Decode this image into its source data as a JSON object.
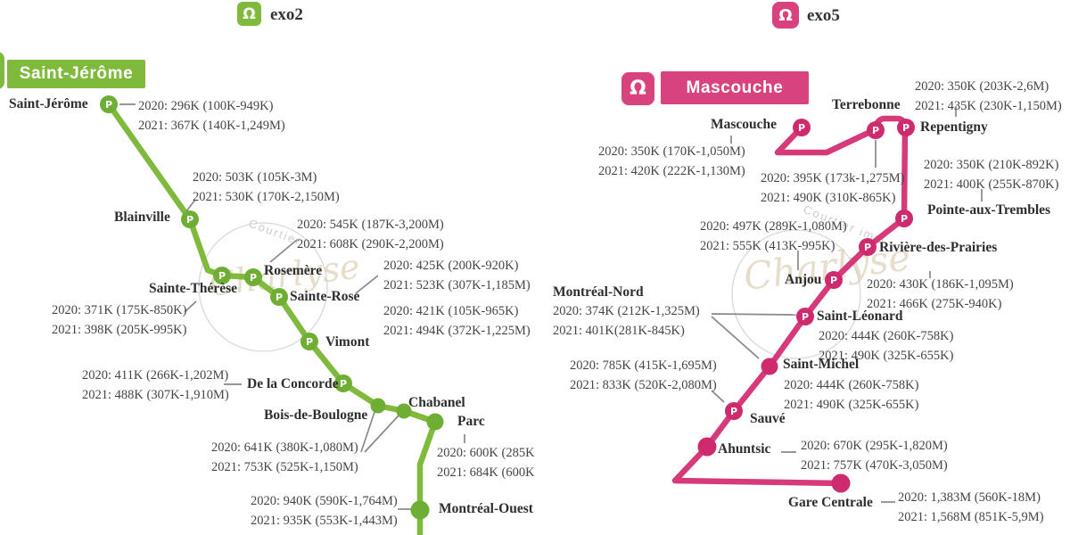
{
  "p_marker_label": "P",
  "watermark": {
    "script": "Charlyse",
    "circle_text": "Courtier",
    "circle_text_2": "Courtier imm"
  },
  "exo2": {
    "header_label": "exo2",
    "banner_label": "Saint-Jérôme",
    "color": "#7FBA3D",
    "stations": [
      {
        "name": "Saint-Jérôme",
        "y2020": "2020: 296K (100K-949K)",
        "y2021": "2021: 367K (140K-1,249M)"
      },
      {
        "name": "Blainville",
        "y2020": "2020: 503K (105K-3M)",
        "y2021": "2021: 530K (170K-2,150M)"
      },
      {
        "name": "Sainte-Thérèse",
        "y2020": "2020: 371K (175K-850K)",
        "y2021": "2021: 398K (205K-995K)"
      },
      {
        "name": "Rosemère",
        "y2020": "2020: 545K (187K-3,200M)",
        "y2021": "2021: 608K (290K-2,200M)"
      },
      {
        "name": "Sainte-Rose",
        "y2020": "2020: 425K (200K-920K)",
        "y2021": "2021: 523K (307K-1,185M)"
      },
      {
        "name": "Vimont",
        "y2020": "2020: 421K (105K-965K)",
        "y2021": "2021: 494K (372K-1,225M)"
      },
      {
        "name": "De la Concorde",
        "y2020": "2020: 411K (266K-1,202M)",
        "y2021": "2021: 488K (307K-1,910M)"
      },
      {
        "name": "Bois-de-Boulogne",
        "y2020": "2020: 641K (380K-1,080M)",
        "y2021": "2021: 753K (525K-1,150M)"
      },
      {
        "name": "Chabanel"
      },
      {
        "name": "Parc",
        "y2020": "2020: 600K (285K-",
        "y2021": "2021: 684K (600K-"
      },
      {
        "name": "Montréal-Ouest",
        "y2020": "2020: 940K (590K-1,764M)",
        "y2021": "2021: 935K (553K-1,443M)"
      }
    ]
  },
  "exo5": {
    "header_label": "exo5",
    "banner_label": "Mascouche",
    "color": "#D63A7B",
    "stations": [
      {
        "name": "Mascouche",
        "y2020": "2020: 350K (170K-1,050M)",
        "y2021": "2021: 420K (222K-1,130M)"
      },
      {
        "name": "Terrebonne",
        "y2020": "2020: 395K (173k-1,275M)",
        "y2021": "2021: 490K (310K-865K)"
      },
      {
        "name": "Repentigny",
        "y2020": "2020: 350K (203K-2,6M)",
        "y2021": "2021: 435K (230K-1,150M)"
      },
      {
        "name": "Pointe-aux-Trembles",
        "y2020": "2020: 350K (210K-892K)",
        "y2021": "2021: 400K (255K-870K)"
      },
      {
        "name": "Rivière-des-Prairies",
        "y2020": "2020: 430K (186K-1,095M)",
        "y2021": "2021: 466K (275K-940K)"
      },
      {
        "name": "Anjou",
        "y2020": "2020: 497K (289K-1,080M)",
        "y2021": "2021: 555K (413K-995K)"
      },
      {
        "name": "Montréal-Nord",
        "y2020": "2020: 374K (212K-1,325M)",
        "y2021": "2021: 401K(281K-845K)"
      },
      {
        "name": "Saint-Léonard",
        "y2020": "2020: 444K (260K-758K)",
        "y2021": "2021: 490K (325K-655K)"
      },
      {
        "name": "Saint-Michel",
        "y2020": "2020: 444K (260K-758K)",
        "y2021": "2021: 490K (325K-655K)"
      },
      {
        "name": "Sauvé",
        "y2020": "2020: 785K (415K-1,695M)",
        "y2021": "2021: 833K (520K-2,080M)"
      },
      {
        "name": "Ahuntsic",
        "y2020": "2020: 670K (295K-1,820M)",
        "y2021": "2021: 757K (470K-3,050M)"
      },
      {
        "name": "Gare Centrale",
        "y2020": "2020: 1,383M (560K-18M)",
        "y2021": "2021: 1,568M (851K-5,9M)"
      }
    ]
  }
}
